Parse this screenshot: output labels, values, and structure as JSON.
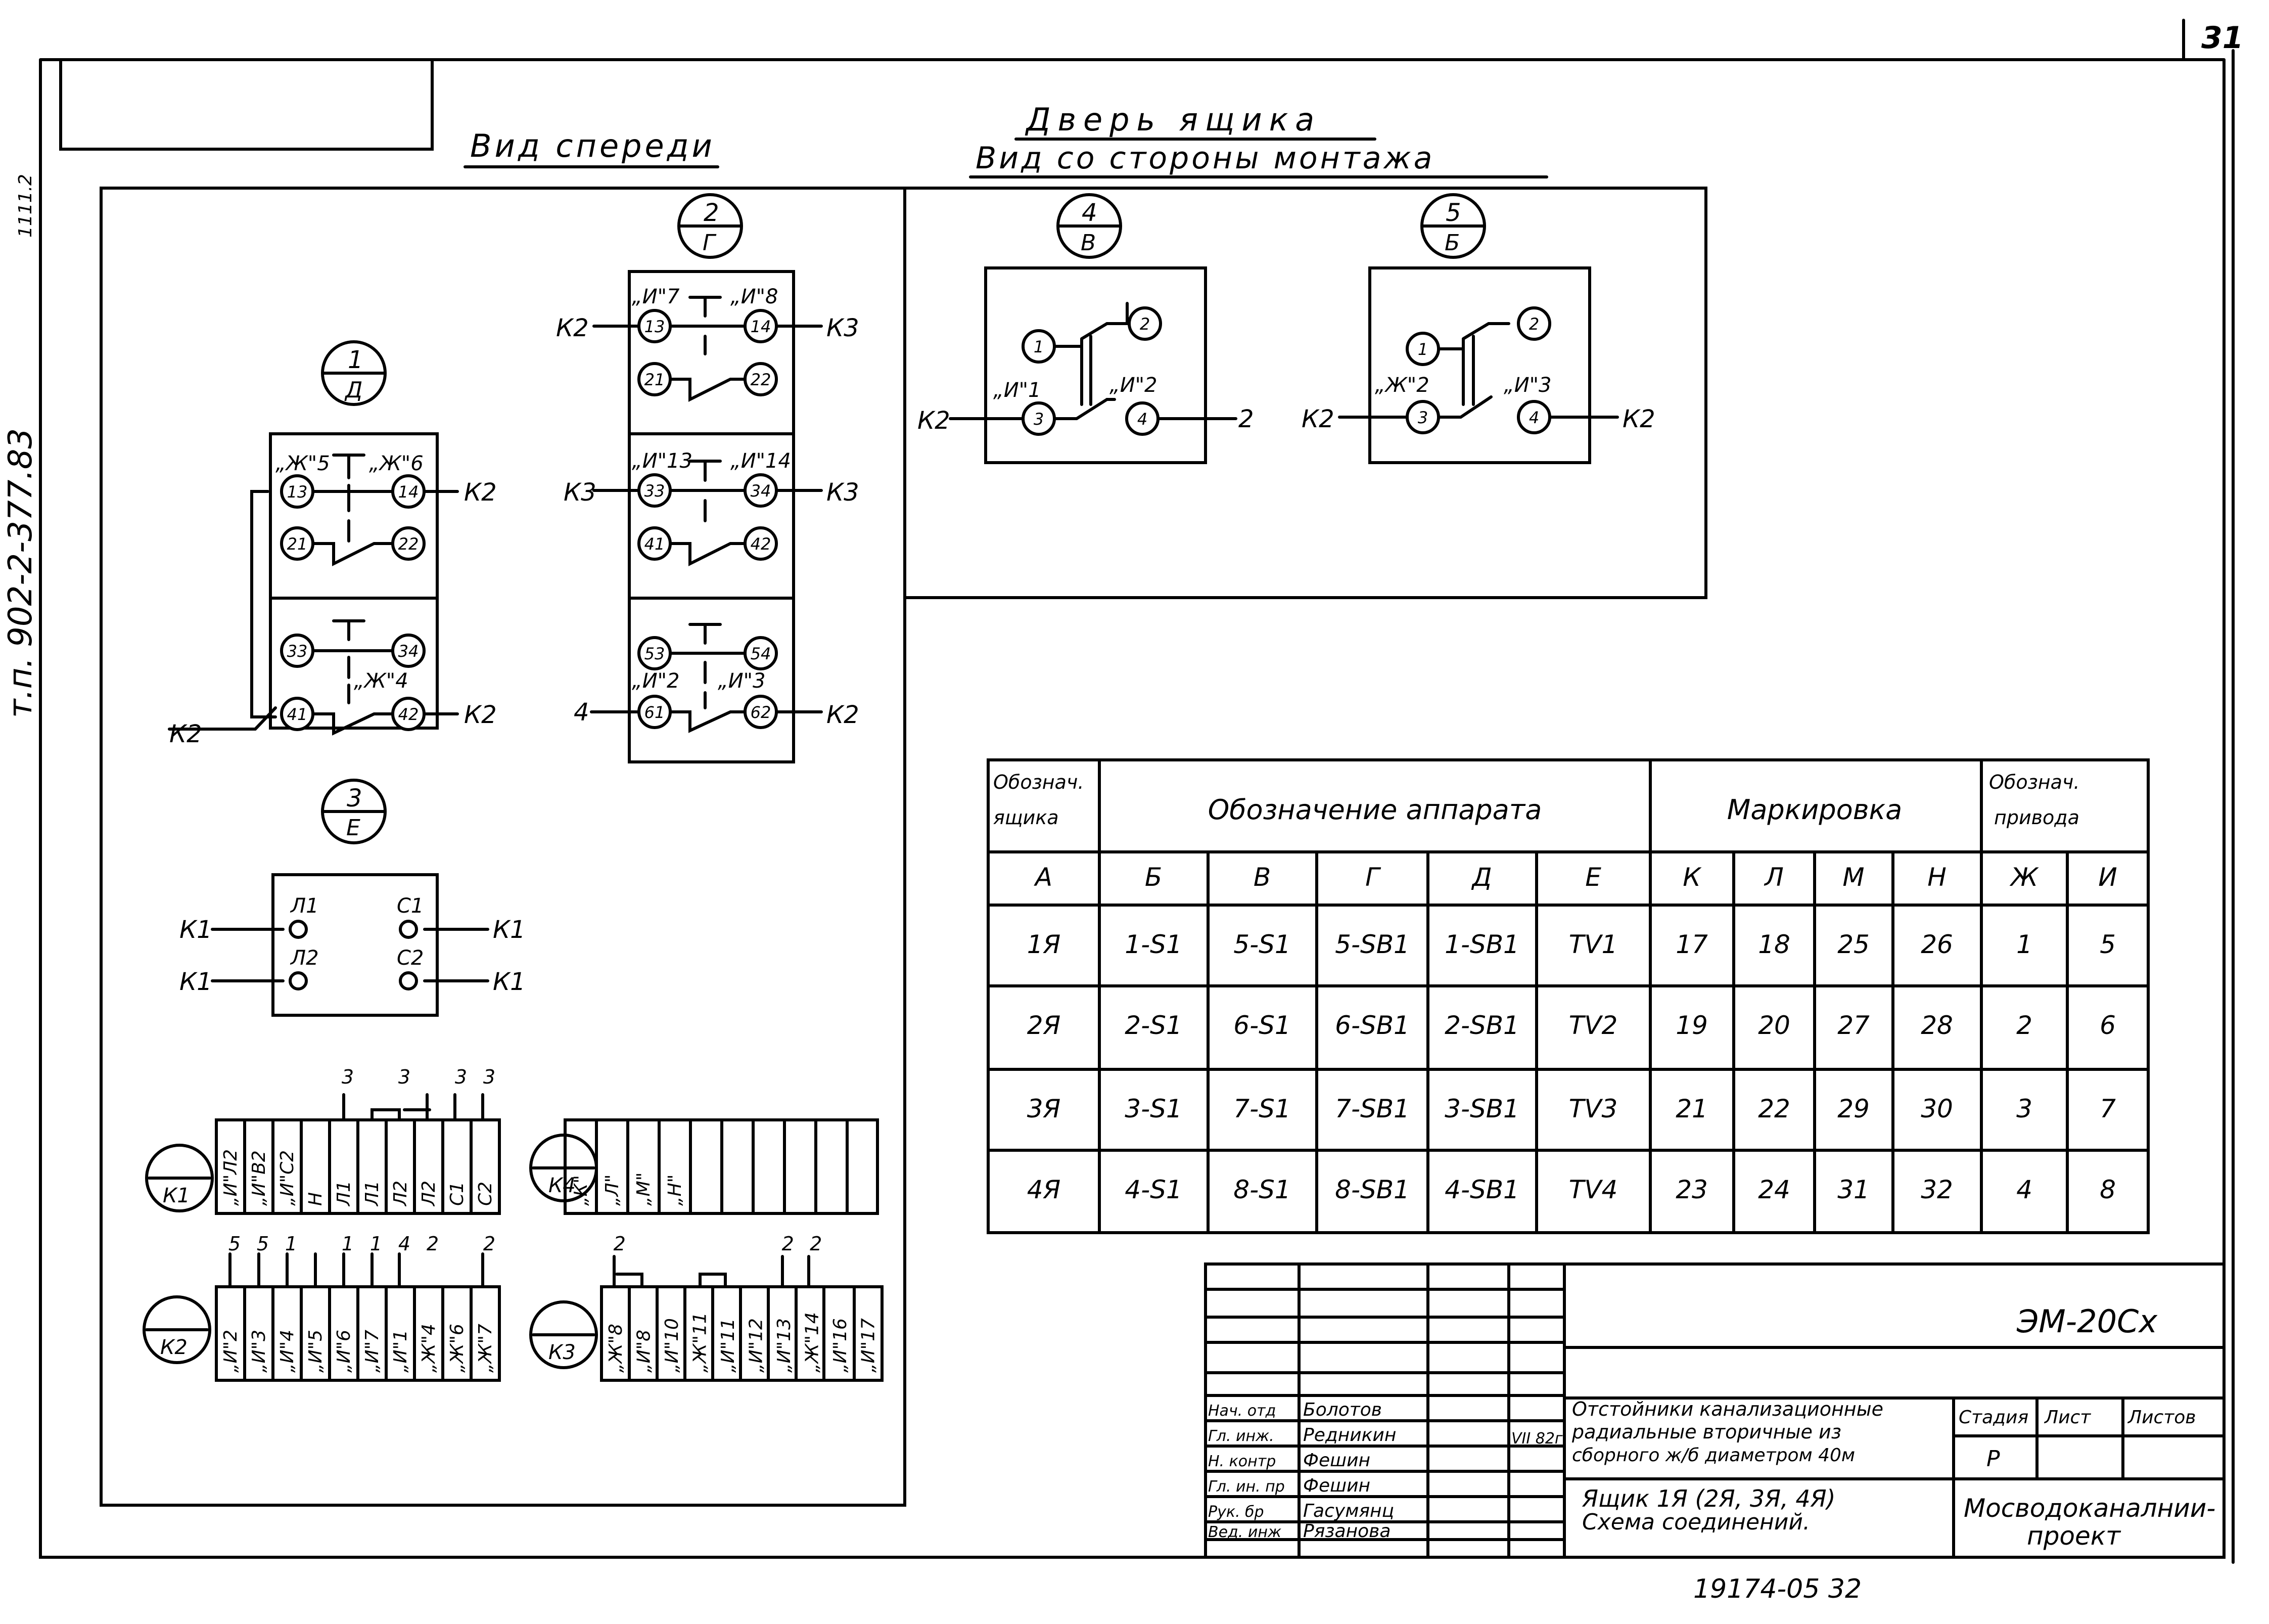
{
  "page_number": "31",
  "side_label": "т.п. 902-2-377.83",
  "side_mark": "1111.2",
  "view_front": "Вид спереди",
  "door_title": "Дверь ящика",
  "door_subtitle": "Вид со стороны монтажа",
  "doc_code": "ЭМ-20Сх",
  "archive_no": "19174-05  32",
  "balloons": {
    "b1": {
      "num": "1",
      "let": "Д"
    },
    "b2": {
      "num": "2",
      "let": "Г"
    },
    "b3": {
      "num": "3",
      "let": "Е"
    },
    "b4": {
      "num": "4",
      "let": "В"
    },
    "b5": {
      "num": "5",
      "let": "Б"
    }
  },
  "wires": {
    "k1": "К1",
    "k2": "К2",
    "k3": "К3",
    "w4": "4",
    "w2": "2"
  },
  "contacts": {
    "c13": "13",
    "c14": "14",
    "c21": "21",
    "c22": "22",
    "c33": "33",
    "c34": "34",
    "c41": "41",
    "c42": "42",
    "c53": "53",
    "c54": "54",
    "c61": "61",
    "c62": "62",
    "c1": "1",
    "c2": "2",
    "c3": "3",
    "c4": "4"
  },
  "labels": {
    "j5": "„Ж\"5",
    "j6": "„Ж\"6",
    "j4": "„Ж\"4",
    "i7": "„И\"7",
    "i8": "„И\"8",
    "i13": "„И\"13",
    "i14": "„И\"14",
    "i2": "„И\"2",
    "i3": "„И\"3",
    "i1": "„И\"1",
    "j2": "„Ж\"2",
    "l1": "Л1",
    "l2": "Л2",
    "s1": "С1",
    "s2": "С2"
  },
  "terminals": {
    "k1": {
      "tag": "К1",
      "cells": [
        "„И\"Л2",
        "„И\"В2",
        "„И\"С2",
        "Н",
        "Л1",
        "Л1",
        "Л2",
        "Л2",
        "С1",
        "С2"
      ],
      "top": [
        "",
        "",
        "",
        "",
        "3",
        "",
        "3",
        "",
        "3",
        "3"
      ]
    },
    "k4": {
      "tag": "К4",
      "cells": [
        "„К\"",
        "„Л\"",
        "„М\"",
        "„Н\"",
        "",
        "",
        "",
        "",
        "",
        ""
      ]
    },
    "k2": {
      "tag": "К2",
      "cells": [
        "„И\"2",
        "„И\"3",
        "„И\"4",
        "„И\"5",
        "„И\"6",
        "„И\"7",
        "„И\"1",
        "„Ж\"4",
        "„Ж\"6",
        "„Ж\"7"
      ],
      "top": [
        "5",
        "5",
        "1",
        "",
        "1",
        "1",
        "4",
        "2",
        "",
        "2"
      ]
    },
    "k3": {
      "tag": "К3",
      "cells": [
        "„Ж\"8",
        "„И\"8",
        "„И\"10",
        "„Ж\"11",
        "„И\"11",
        "„И\"12",
        "„И\"13",
        "„Ж\"14",
        "„И\"16",
        "„И\"17"
      ],
      "top": [
        "2",
        "",
        "",
        "",
        "",
        "",
        "2",
        "2",
        "",
        ""
      ]
    }
  },
  "table": {
    "h1": "Обознач. ящика",
    "h2": "Обозначение аппарата",
    "h3": "Маркировка",
    "h4": "Обознач. привода",
    "cols": [
      "А",
      "Б",
      "В",
      "Г",
      "Д",
      "Е",
      "К",
      "Л",
      "М",
      "Н",
      "Ж",
      "И"
    ],
    "rows": [
      [
        "1Я",
        "1-S1",
        "5-S1",
        "5-SB1",
        "1-SB1",
        "TV1",
        "17",
        "18",
        "25",
        "26",
        "1",
        "5"
      ],
      [
        "2Я",
        "2-S1",
        "6-S1",
        "6-SB1",
        "2-SB1",
        "TV2",
        "19",
        "20",
        "27",
        "28",
        "2",
        "6"
      ],
      [
        "3Я",
        "3-S1",
        "7-S1",
        "7-SB1",
        "3-SB1",
        "TV3",
        "21",
        "22",
        "29",
        "30",
        "3",
        "7"
      ],
      [
        "4Я",
        "4-S1",
        "8-S1",
        "8-SB1",
        "4-SB1",
        "TV4",
        "23",
        "24",
        "31",
        "32",
        "4",
        "8"
      ]
    ]
  },
  "stamp": {
    "roles": [
      "Нач. отд",
      "Гл. инж.",
      "Н. контр",
      "Гл. ин. пр",
      "Рук. бр",
      "Вед. инж"
    ],
    "names": [
      "Болотов",
      "Редникин",
      "Фешин",
      "Фешин",
      "Гасумянц",
      "Рязанова"
    ],
    "date": "VII 82г",
    "title_1": "Отстойники канализационные",
    "title_2": "радиальные вторичные из",
    "title_3": "сборного ж/б диаметром 40м",
    "sheet_1": "Ящик 1Я (2Я, 3Я, 4Я)",
    "sheet_2": "Схема соединений.",
    "stage_h": "Стадия",
    "sheet_h": "Лист",
    "sheets_h": "Листов",
    "stage": "Р",
    "org_1": "Мосводоканалнии-",
    "org_2": "проект"
  }
}
